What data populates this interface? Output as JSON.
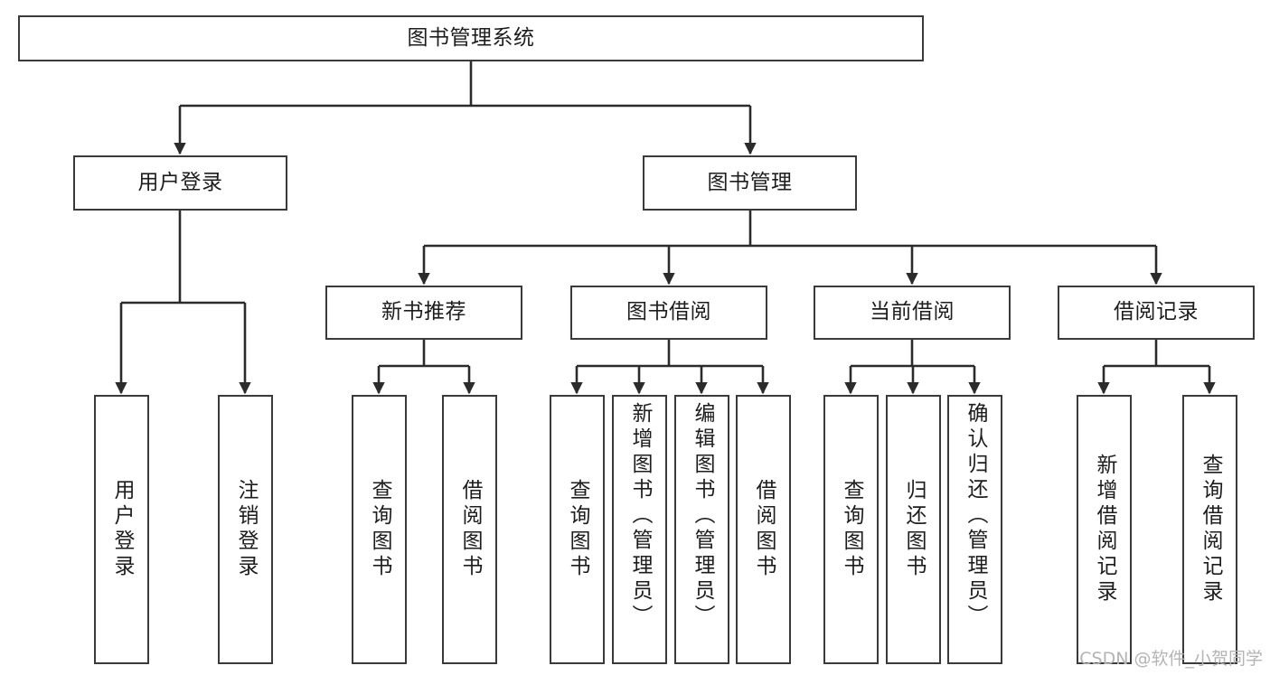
{
  "diagram": {
    "type": "tree",
    "title": "图书管理系统",
    "watermark": "CSDN @软件_小贺同学",
    "colors": {
      "box_border": "#3a3a3a",
      "box_fill": "#ffffff",
      "connector": "#2b2b2b",
      "text": "#1d1d1d",
      "watermark": "#b4b4b4",
      "background": "#ffffff"
    },
    "nodes": {
      "root": {
        "label": "图书管理系统"
      },
      "level2": [
        {
          "id": "user_login",
          "label": "用户登录"
        },
        {
          "id": "book_manage",
          "label": "图书管理"
        }
      ],
      "level3": [
        {
          "id": "new_book_rec",
          "label": "新书推荐"
        },
        {
          "id": "book_borrow",
          "label": "图书借阅"
        },
        {
          "id": "current_borrow",
          "label": "当前借阅"
        },
        {
          "id": "borrow_record",
          "label": "借阅记录"
        }
      ],
      "leaves": {
        "user_login": [
          {
            "id": "leaf_user_login",
            "label": "用户登录"
          },
          {
            "id": "leaf_user_logout",
            "label": "注销登录"
          }
        ],
        "new_book_rec": [
          {
            "id": "leaf_query_book_1",
            "label": "查询图书"
          },
          {
            "id": "leaf_borrow_book_1",
            "label": "借阅图书"
          }
        ],
        "book_borrow": [
          {
            "id": "leaf_query_book_2",
            "label": "查询图书"
          },
          {
            "id": "leaf_add_book",
            "label": "新增图书（管理员）"
          },
          {
            "id": "leaf_edit_book",
            "label": "编辑图书（管理员）"
          },
          {
            "id": "leaf_borrow_book_2",
            "label": "借阅图书"
          }
        ],
        "current_borrow": [
          {
            "id": "leaf_query_book_3",
            "label": "查询图书"
          },
          {
            "id": "leaf_return_book",
            "label": "归还图书"
          },
          {
            "id": "leaf_confirm_return",
            "label": "确认归还（管理员）"
          }
        ],
        "borrow_record": [
          {
            "id": "leaf_add_record",
            "label": "新增借阅记录"
          },
          {
            "id": "leaf_query_record",
            "label": "查询借阅记录"
          }
        ]
      }
    }
  }
}
